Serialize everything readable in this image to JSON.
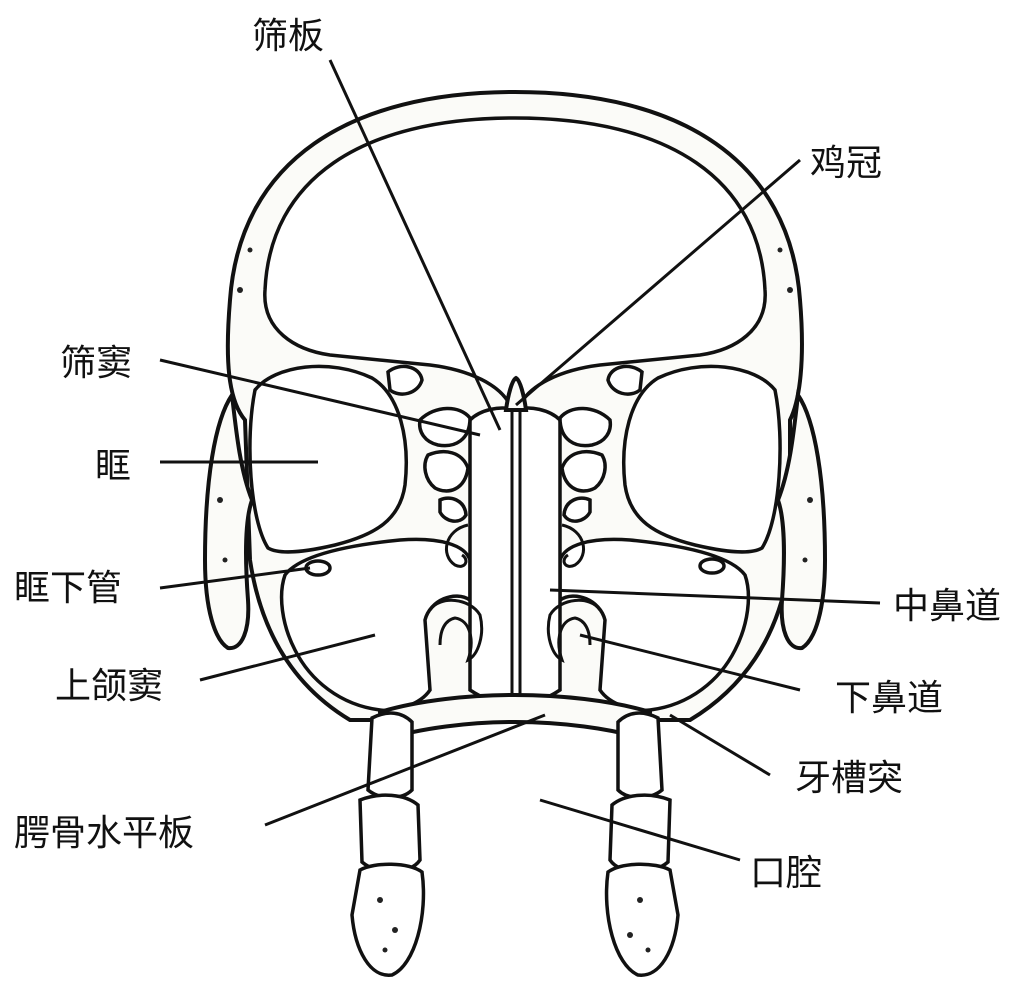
{
  "labels": {
    "cribriform_plate": "筛板",
    "crista_galli": "鸡冠",
    "ethmoid_sinus": "筛窦",
    "orbit": "眶",
    "infraorbital_canal": "眶下管",
    "maxillary_sinus": "上颌窦",
    "palatine_horizontal_plate": "腭骨水平板",
    "middle_meatus": "中鼻道",
    "inferior_meatus": "下鼻道",
    "alveolar_process": "牙槽突",
    "oral_cavity": "口腔"
  }
}
